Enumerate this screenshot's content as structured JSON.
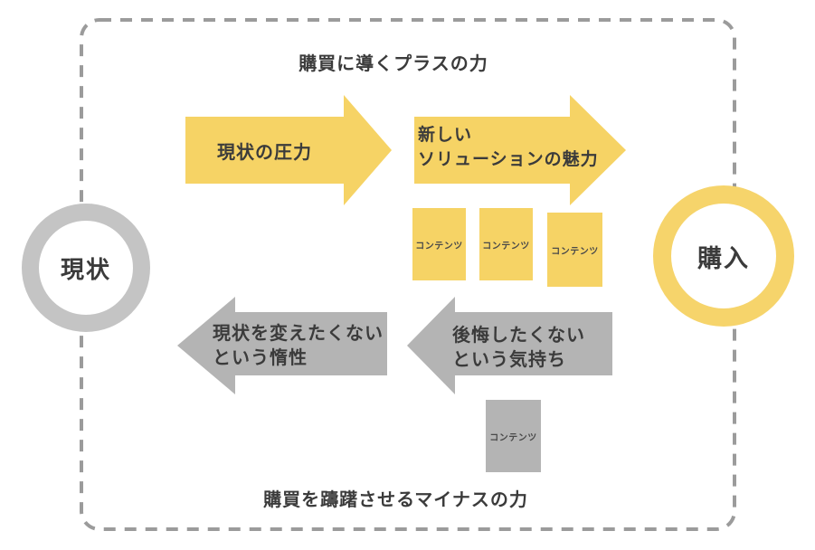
{
  "titles": {
    "top": "購買に導くプラスの力",
    "bottom": "購買を躊躇させるマイナスの力"
  },
  "left_node": {
    "label": "現状"
  },
  "right_node": {
    "label": "購入"
  },
  "positive": {
    "arrow1": {
      "label": "現状の圧力"
    },
    "arrow2": {
      "line1": "新しい",
      "line2": "ソリューションの魅力"
    },
    "boxes": [
      {
        "label": "コンテンツ"
      },
      {
        "label": "コンテンツ"
      },
      {
        "label": "コンテンツ"
      }
    ]
  },
  "negative": {
    "arrow1": {
      "line1": "現状を変えたくない",
      "line2": "という惰性"
    },
    "arrow2": {
      "line1": "後悔したくない",
      "line2": "という気持ち"
    },
    "box": {
      "label": "コンテンツ"
    }
  },
  "colors": {
    "yellow": "#F6D365",
    "circle_yellow": "#F6D46B",
    "gray": "#B4B4B4",
    "circle_gray": "#C4C4C4",
    "dashed_border": "#9B9B9B",
    "text": "#3B3B3B"
  }
}
